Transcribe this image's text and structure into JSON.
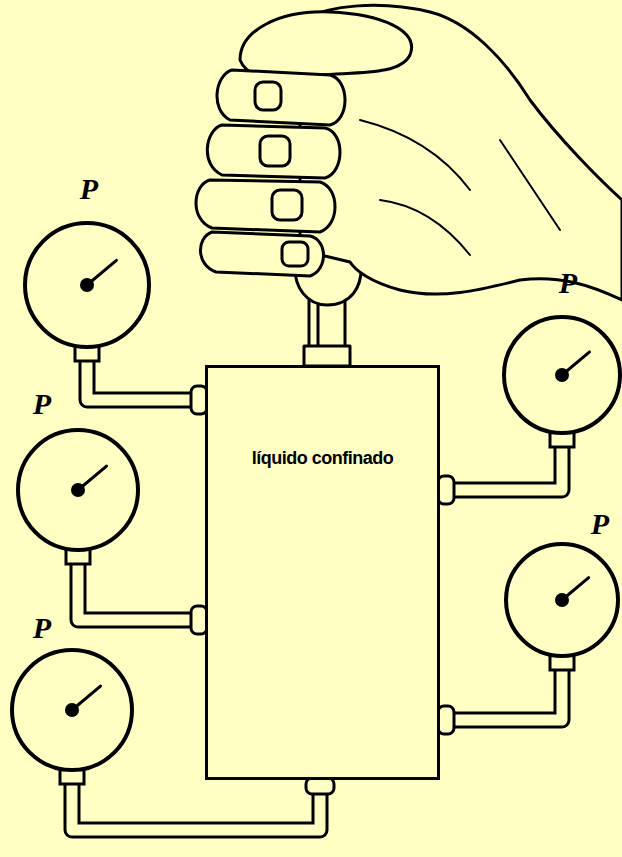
{
  "diagram": {
    "nodes": [
      {
        "text": [
          "líquido confinado"
        ]
      },
      {
        "text": [
          "P"
        ]
      },
      {
        "text": [
          "P"
        ]
      },
      {
        "text": [
          "P"
        ]
      },
      {
        "text": [
          "P"
        ]
      },
      {
        "text": [
          "P"
        ]
      }
    ],
    "edges": [
      {
        "from": 0,
        "to": 1,
        "arrow": "none"
      },
      {
        "from": 0,
        "to": 2,
        "arrow": "none"
      },
      {
        "from": 0,
        "to": 3,
        "arrow": "none"
      },
      {
        "from": 0,
        "to": 4,
        "arrow": "none"
      },
      {
        "from": 0,
        "to": 5,
        "arrow": "none"
      }
    ]
  }
}
